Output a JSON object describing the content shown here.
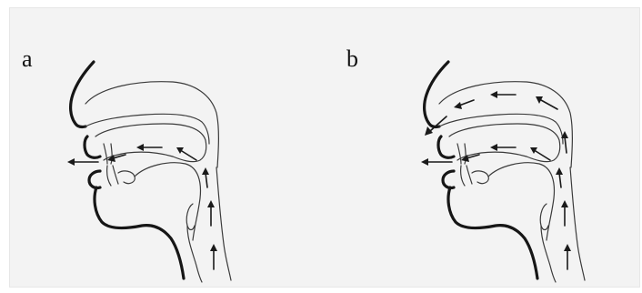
{
  "panels": [
    {
      "id": "a",
      "label": "a",
      "airflow": "oral"
    },
    {
      "id": "b",
      "label": "b",
      "airflow": "oral-and-nasal"
    }
  ],
  "colors": {
    "background": "#f3f3f3",
    "stroke": "#1a1a1a"
  }
}
